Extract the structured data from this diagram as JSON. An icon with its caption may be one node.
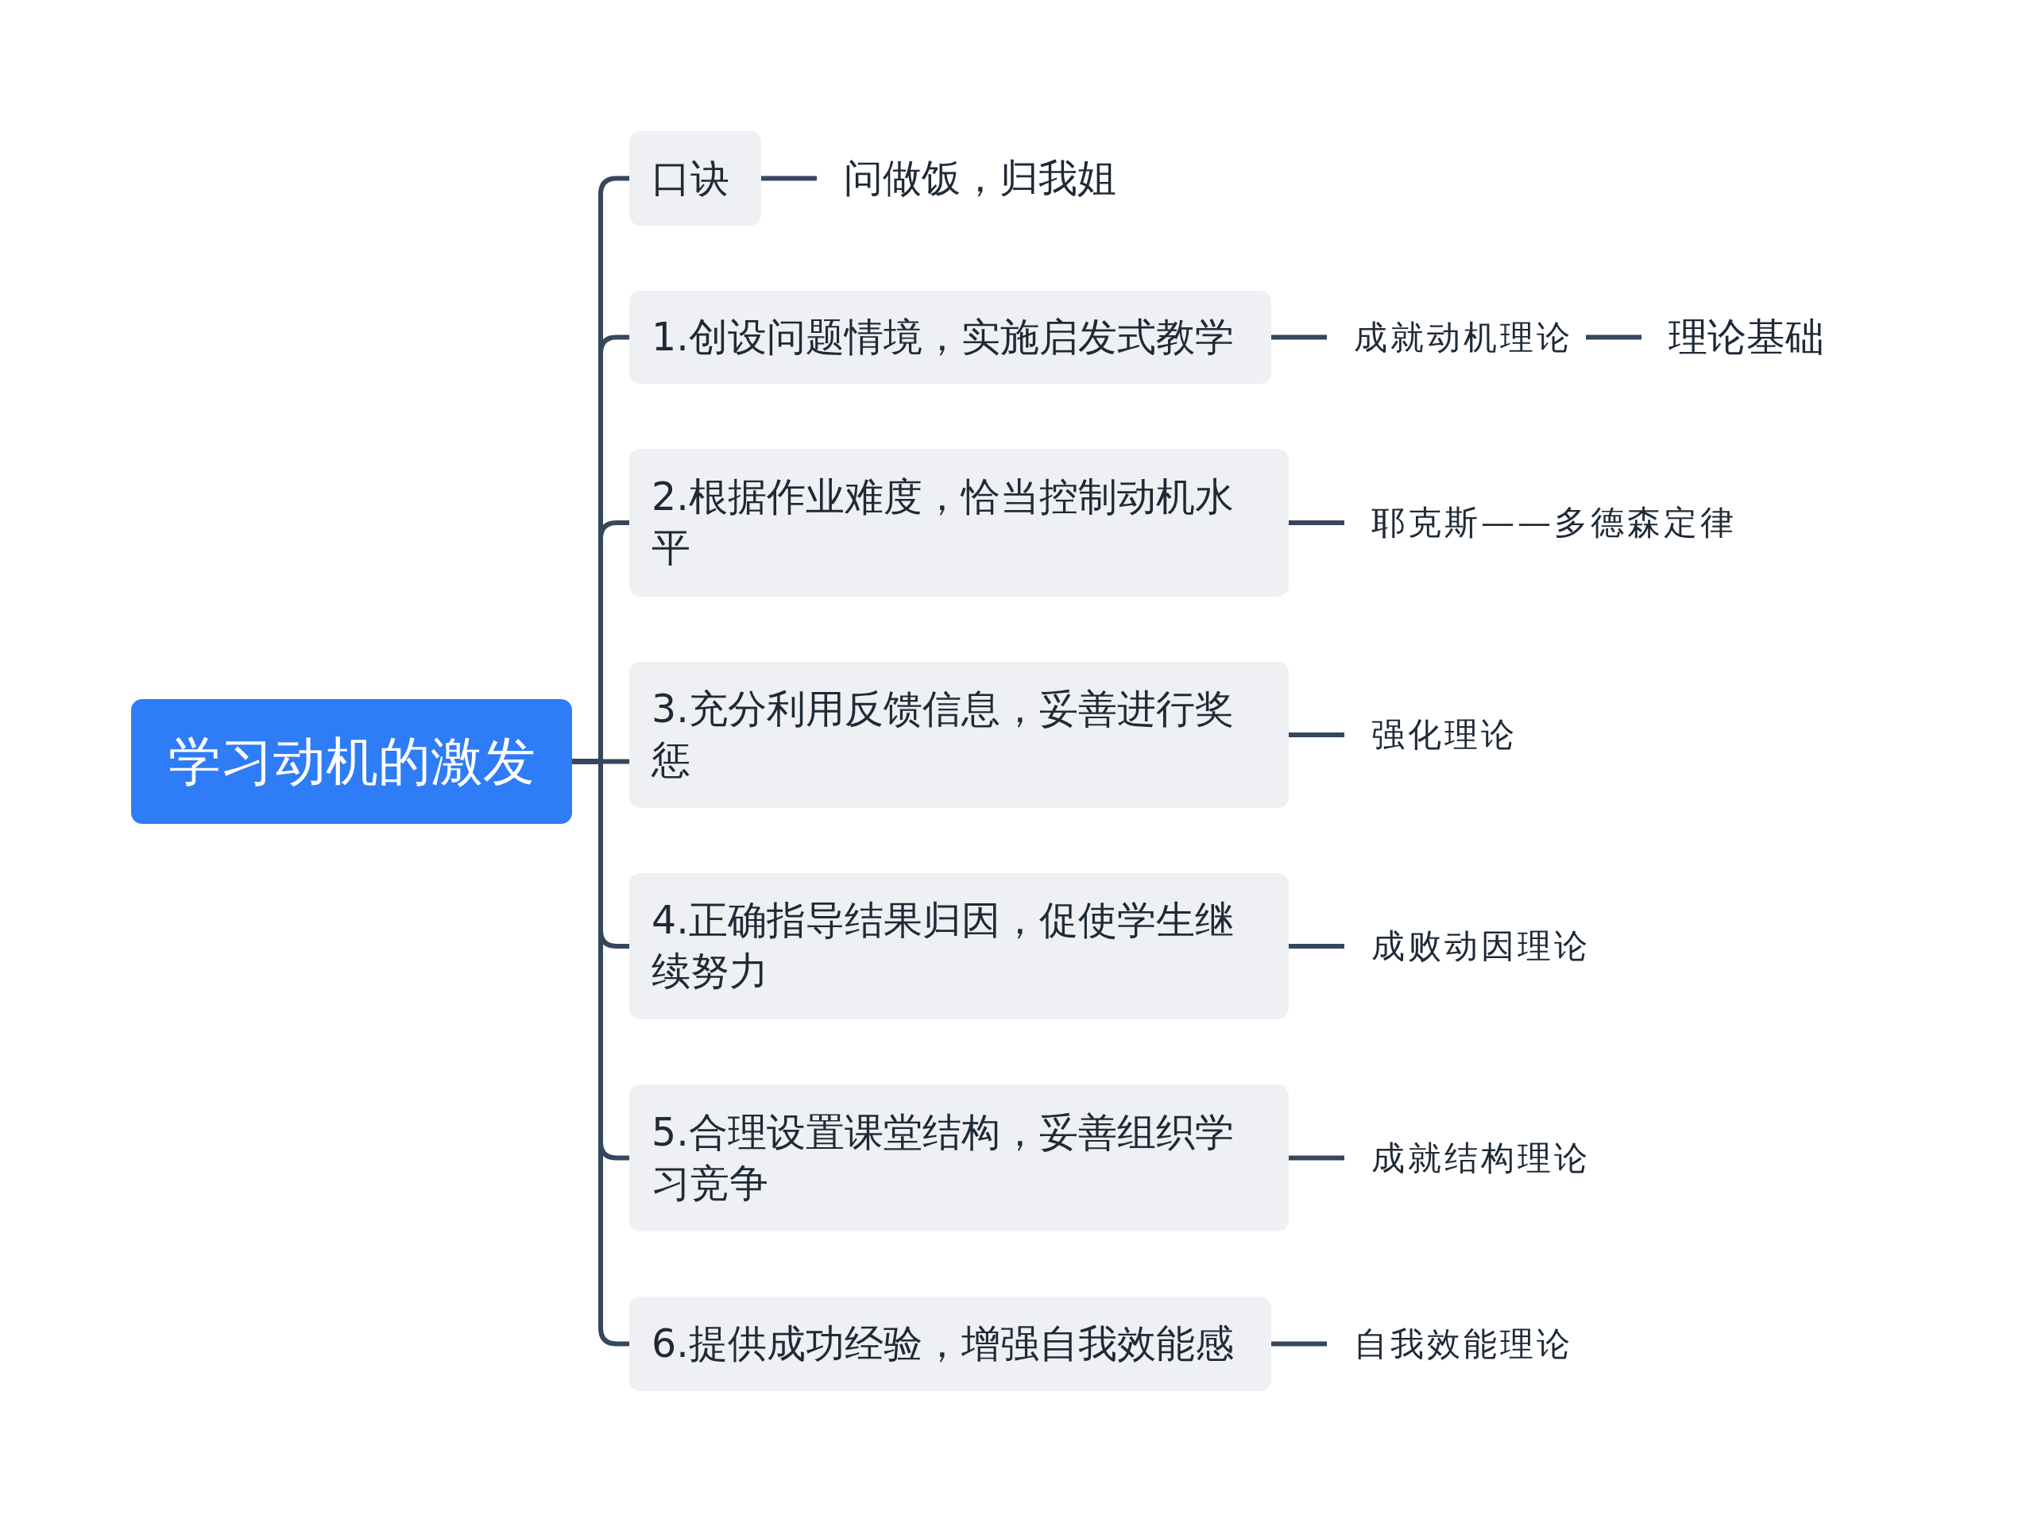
{
  "diagram": {
    "nodes": [
      {
        "text": [
          "学习动机的激发"
        ]
      },
      {
        "text": [
          "口诀"
        ]
      },
      {
        "text": [
          "问做饭，归我姐"
        ]
      },
      {
        "text": [
          "1.创设问题情境，实施启发式教学"
        ]
      },
      {
        "text": [
          "成就动机理论"
        ]
      },
      {
        "text": [
          "理论基础"
        ]
      },
      {
        "text": [
          "2.根据作业难度，恰当控制动机水平"
        ]
      },
      {
        "text": [
          "耶克斯——多德森定律"
        ]
      },
      {
        "text": [
          "3.充分利用反馈信息，妥善进行奖惩"
        ]
      },
      {
        "text": [
          "强化理论"
        ]
      },
      {
        "text": [
          "4.正确指导结果归因，促使学生继续努力"
        ]
      },
      {
        "text": [
          "成败动因理论"
        ]
      },
      {
        "text": [
          "5.合理设置课堂结构，妥善组织学习竞争"
        ]
      },
      {
        "text": [
          "成就结构理论"
        ]
      },
      {
        "text": [
          "6.提供成功经验，增强自我效能感"
        ]
      },
      {
        "text": [
          "自我效能理论"
        ]
      }
    ],
    "edges": [
      {
        "from": 0,
        "to": 1,
        "arrow": "none"
      },
      {
        "from": 0,
        "to": 3,
        "arrow": "none"
      },
      {
        "from": 0,
        "to": 6,
        "arrow": "none"
      },
      {
        "from": 0,
        "to": 8,
        "arrow": "none"
      },
      {
        "from": 0,
        "to": 10,
        "arrow": "none"
      },
      {
        "from": 0,
        "to": 12,
        "arrow": "none"
      },
      {
        "from": 0,
        "to": 14,
        "arrow": "none"
      },
      {
        "from": 1,
        "to": 2,
        "arrow": "none"
      },
      {
        "from": 3,
        "to": 4,
        "arrow": "none"
      },
      {
        "from": 4,
        "to": 5,
        "arrow": "none"
      },
      {
        "from": 6,
        "to": 7,
        "arrow": "none"
      },
      {
        "from": 8,
        "to": 9,
        "arrow": "none"
      },
      {
        "from": 10,
        "to": 11,
        "arrow": "none"
      },
      {
        "from": 12,
        "to": 13,
        "arrow": "none"
      },
      {
        "from": 14,
        "to": 15,
        "arrow": "none"
      }
    ]
  }
}
